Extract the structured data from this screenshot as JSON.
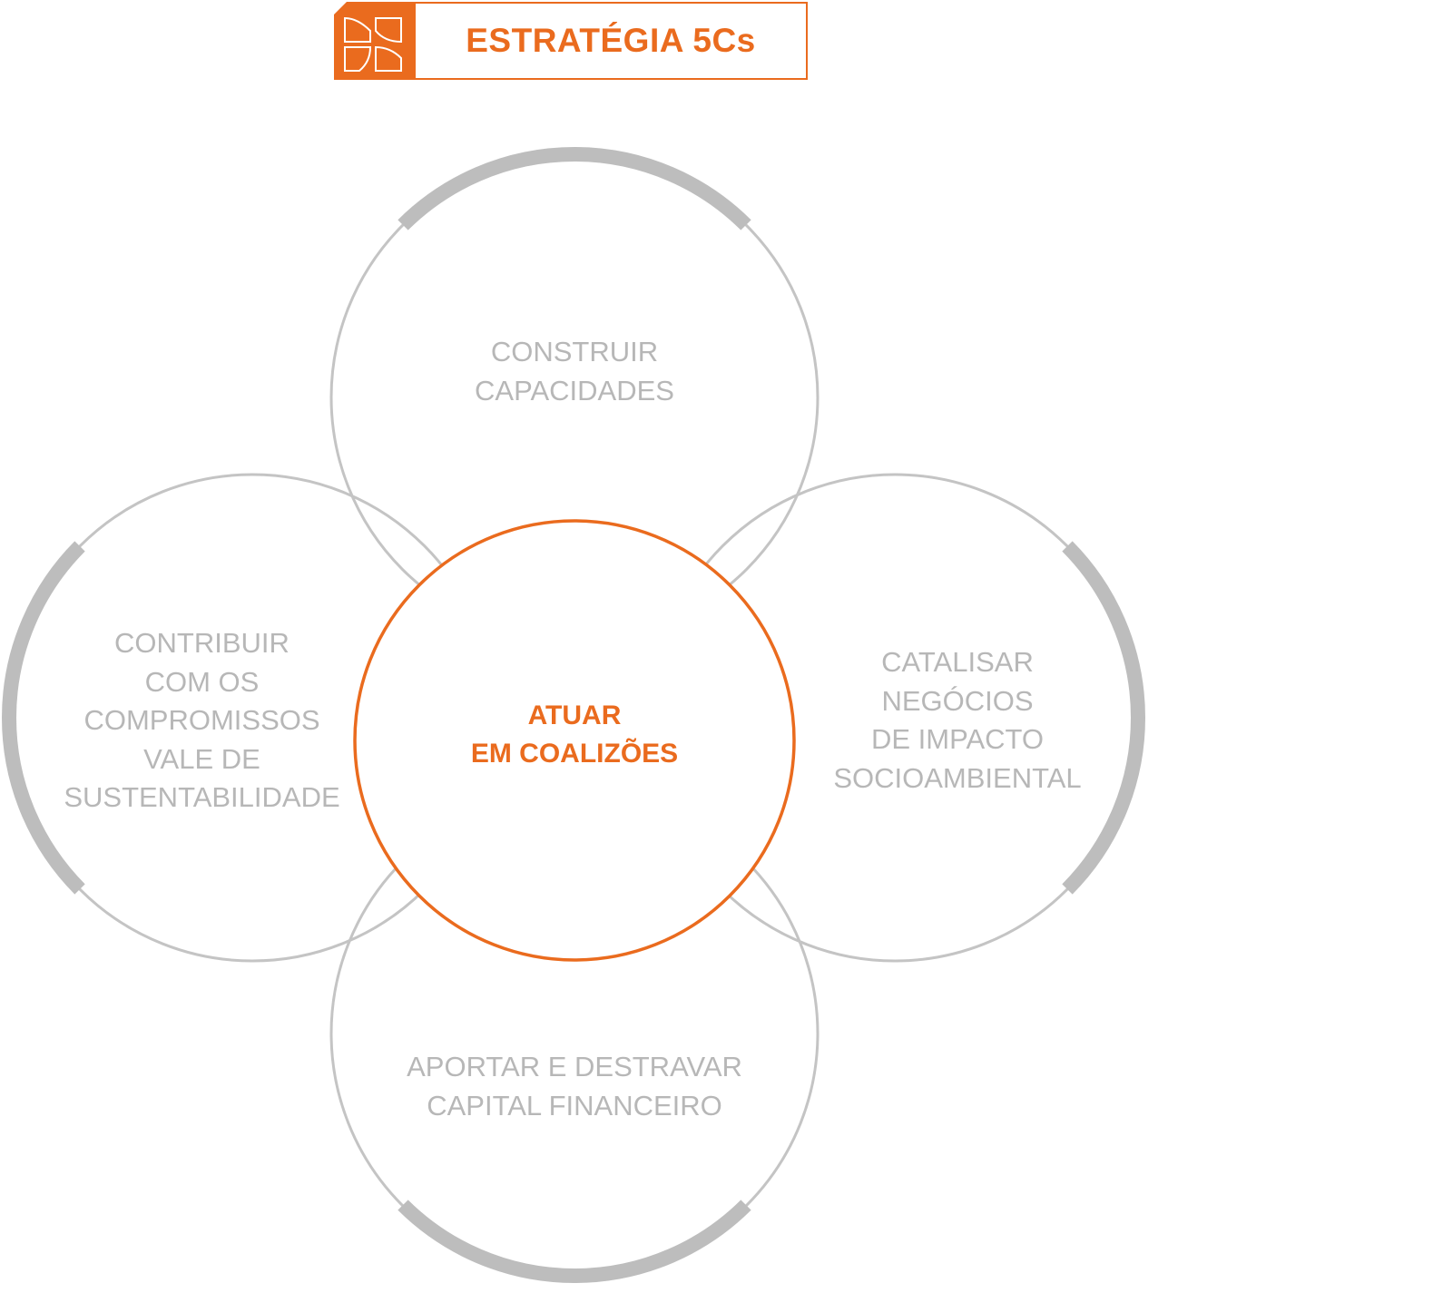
{
  "header": {
    "title": "ESTRATÉGIA 5Cs",
    "icon": "leaf-pattern-icon"
  },
  "diagram": {
    "center": "ATUAR\nEM COALIZÕES",
    "top": "CONSTRUIR\nCAPACIDADES",
    "right": "CATALISAR\nNEGÓCIOS\nDE IMPACTO\nSOCIOAMBIENTAL",
    "bottom": "APORTAR E DESTRAVAR\nCAPITAL FINANCEIRO",
    "left": "CONTRIBUIR\nCOM OS\nCOMPROMISSOS\nVALE DE\nSUSTENTABILIDADE"
  },
  "colors": {
    "accent": "#ea6b1e",
    "outer_circle_stroke": "#c4c4c4",
    "arc": "#bdbdbd",
    "label_text": "#b7b7b7"
  }
}
